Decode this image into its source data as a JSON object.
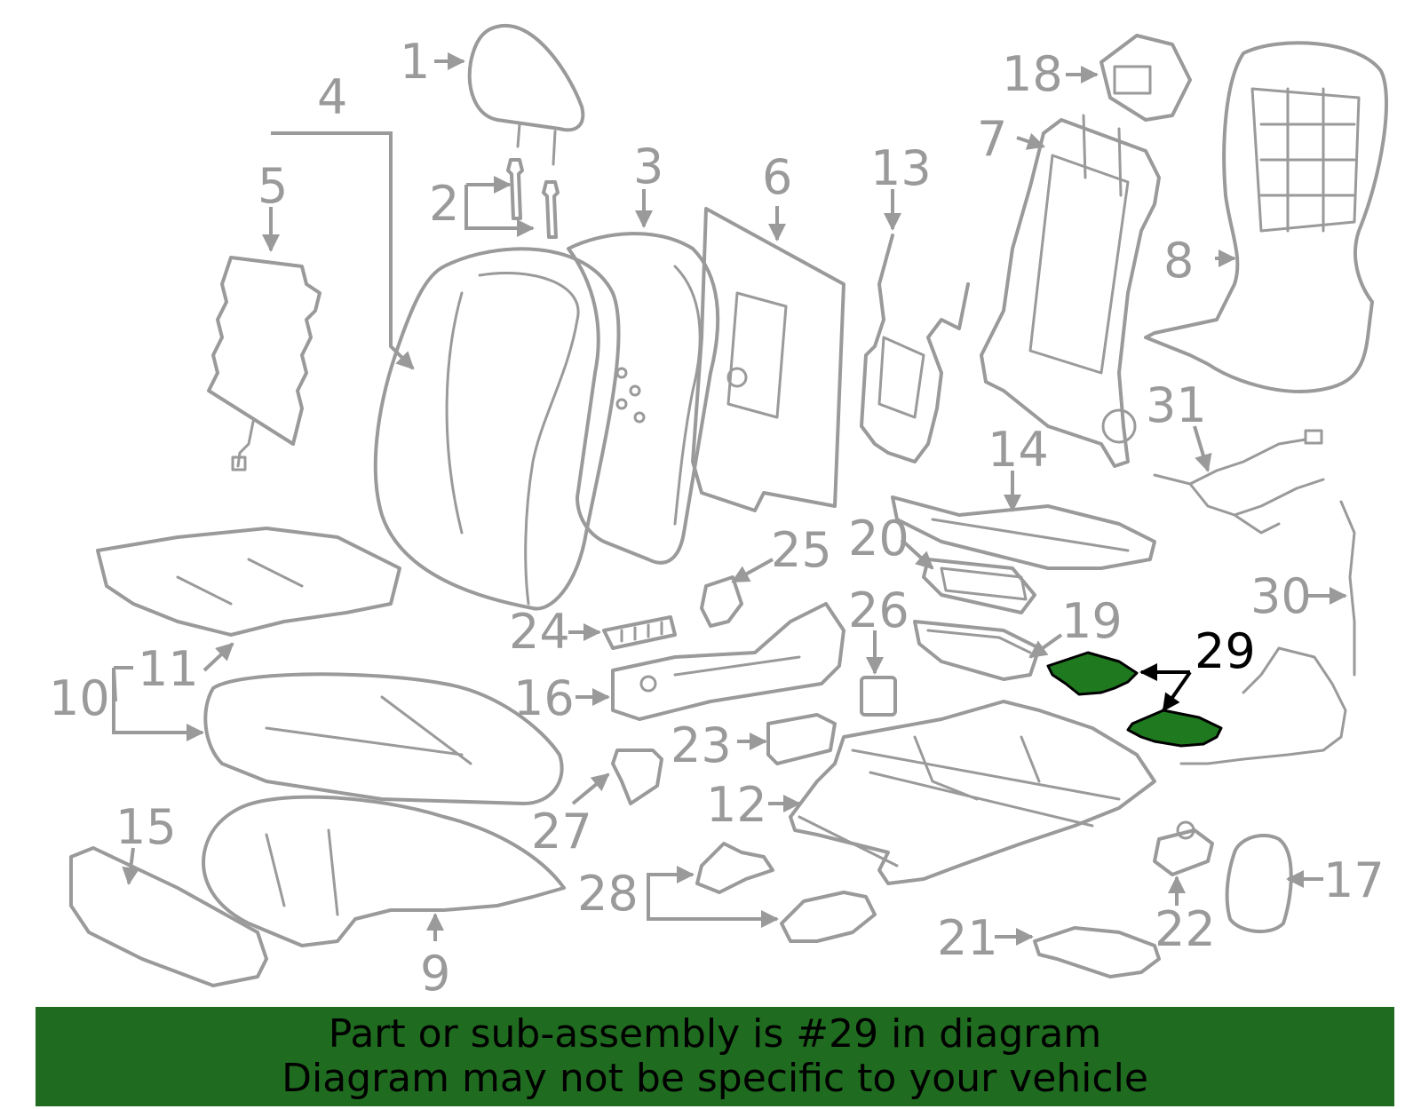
{
  "labels": {
    "l1": "1",
    "l2": "2",
    "l3": "3",
    "l4": "4",
    "l5": "5",
    "l6": "6",
    "l7": "7",
    "l8": "8",
    "l9": "9",
    "l10": "10",
    "l11": "11",
    "l12": "12",
    "l13": "13",
    "l14": "14",
    "l15": "15",
    "l16": "16",
    "l17": "17",
    "l18": "18",
    "l19": "19",
    "l20": "20",
    "l21": "21",
    "l22": "22",
    "l23": "23",
    "l24": "24",
    "l25": "25",
    "l26": "26",
    "l27": "27",
    "l28": "28",
    "l29": "29",
    "l30": "30",
    "l31": "31"
  },
  "highlighted_part": "29",
  "colors": {
    "part_stroke": "#9a9a9a",
    "highlight_fill": "#1f7a1f",
    "banner": "#1f6b1f"
  },
  "banner": {
    "line1": "Part or sub-assembly is #29 in diagram",
    "line2": "Diagram may not be specific to your vehicle"
  }
}
